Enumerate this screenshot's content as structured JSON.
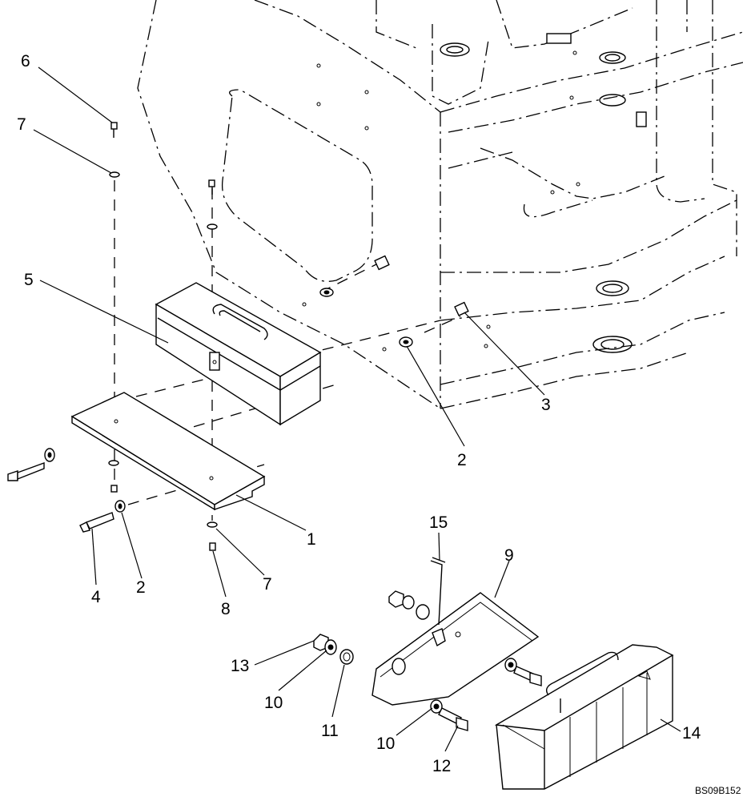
{
  "diagram": {
    "drawing_code": "BS09B152",
    "callouts": {
      "c1": "1",
      "c2a": "2",
      "c2b": "2",
      "c3": "3",
      "c4": "4",
      "c5": "5",
      "c6": "6",
      "c7a": "7",
      "c7b": "7",
      "c8": "8",
      "c9": "9",
      "c10a": "10",
      "c10b": "10",
      "c11": "11",
      "c12": "12",
      "c13": "13",
      "c14": "14",
      "c15": "15"
    }
  }
}
